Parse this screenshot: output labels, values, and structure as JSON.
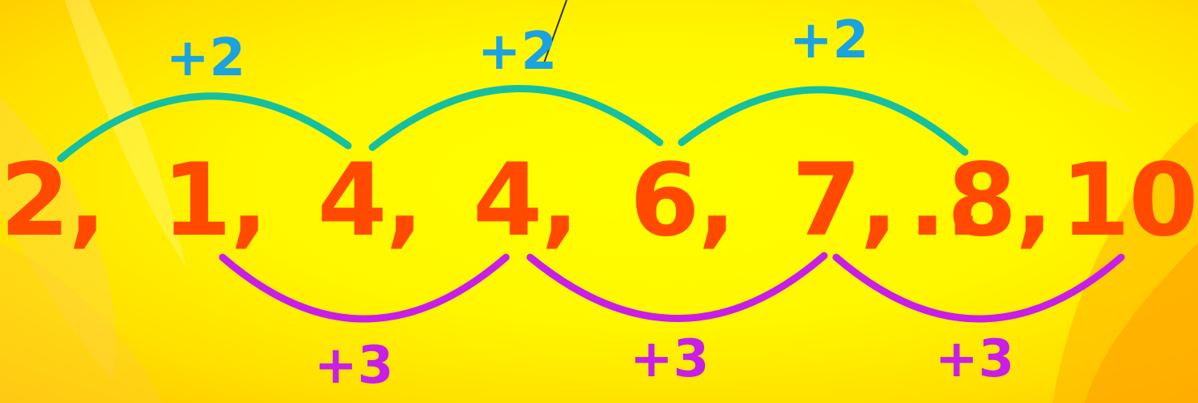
{
  "sequence": {
    "terms": [
      "2,",
      "1,",
      "4,",
      "4,",
      "6,",
      "7,",
      "..",
      "8,",
      "10"
    ]
  },
  "top_steps": {
    "labels": [
      "+2",
      "+2",
      "+2"
    ]
  },
  "bottom_steps": {
    "labels": [
      "+3",
      "+3",
      "+3"
    ]
  },
  "colors": {
    "number": "#ff4a00",
    "top_label": "#1aa3e0",
    "top_arc": "#14c0a0",
    "bottom_label": "#c81ee8",
    "bottom_arc": "#c81ee8"
  }
}
